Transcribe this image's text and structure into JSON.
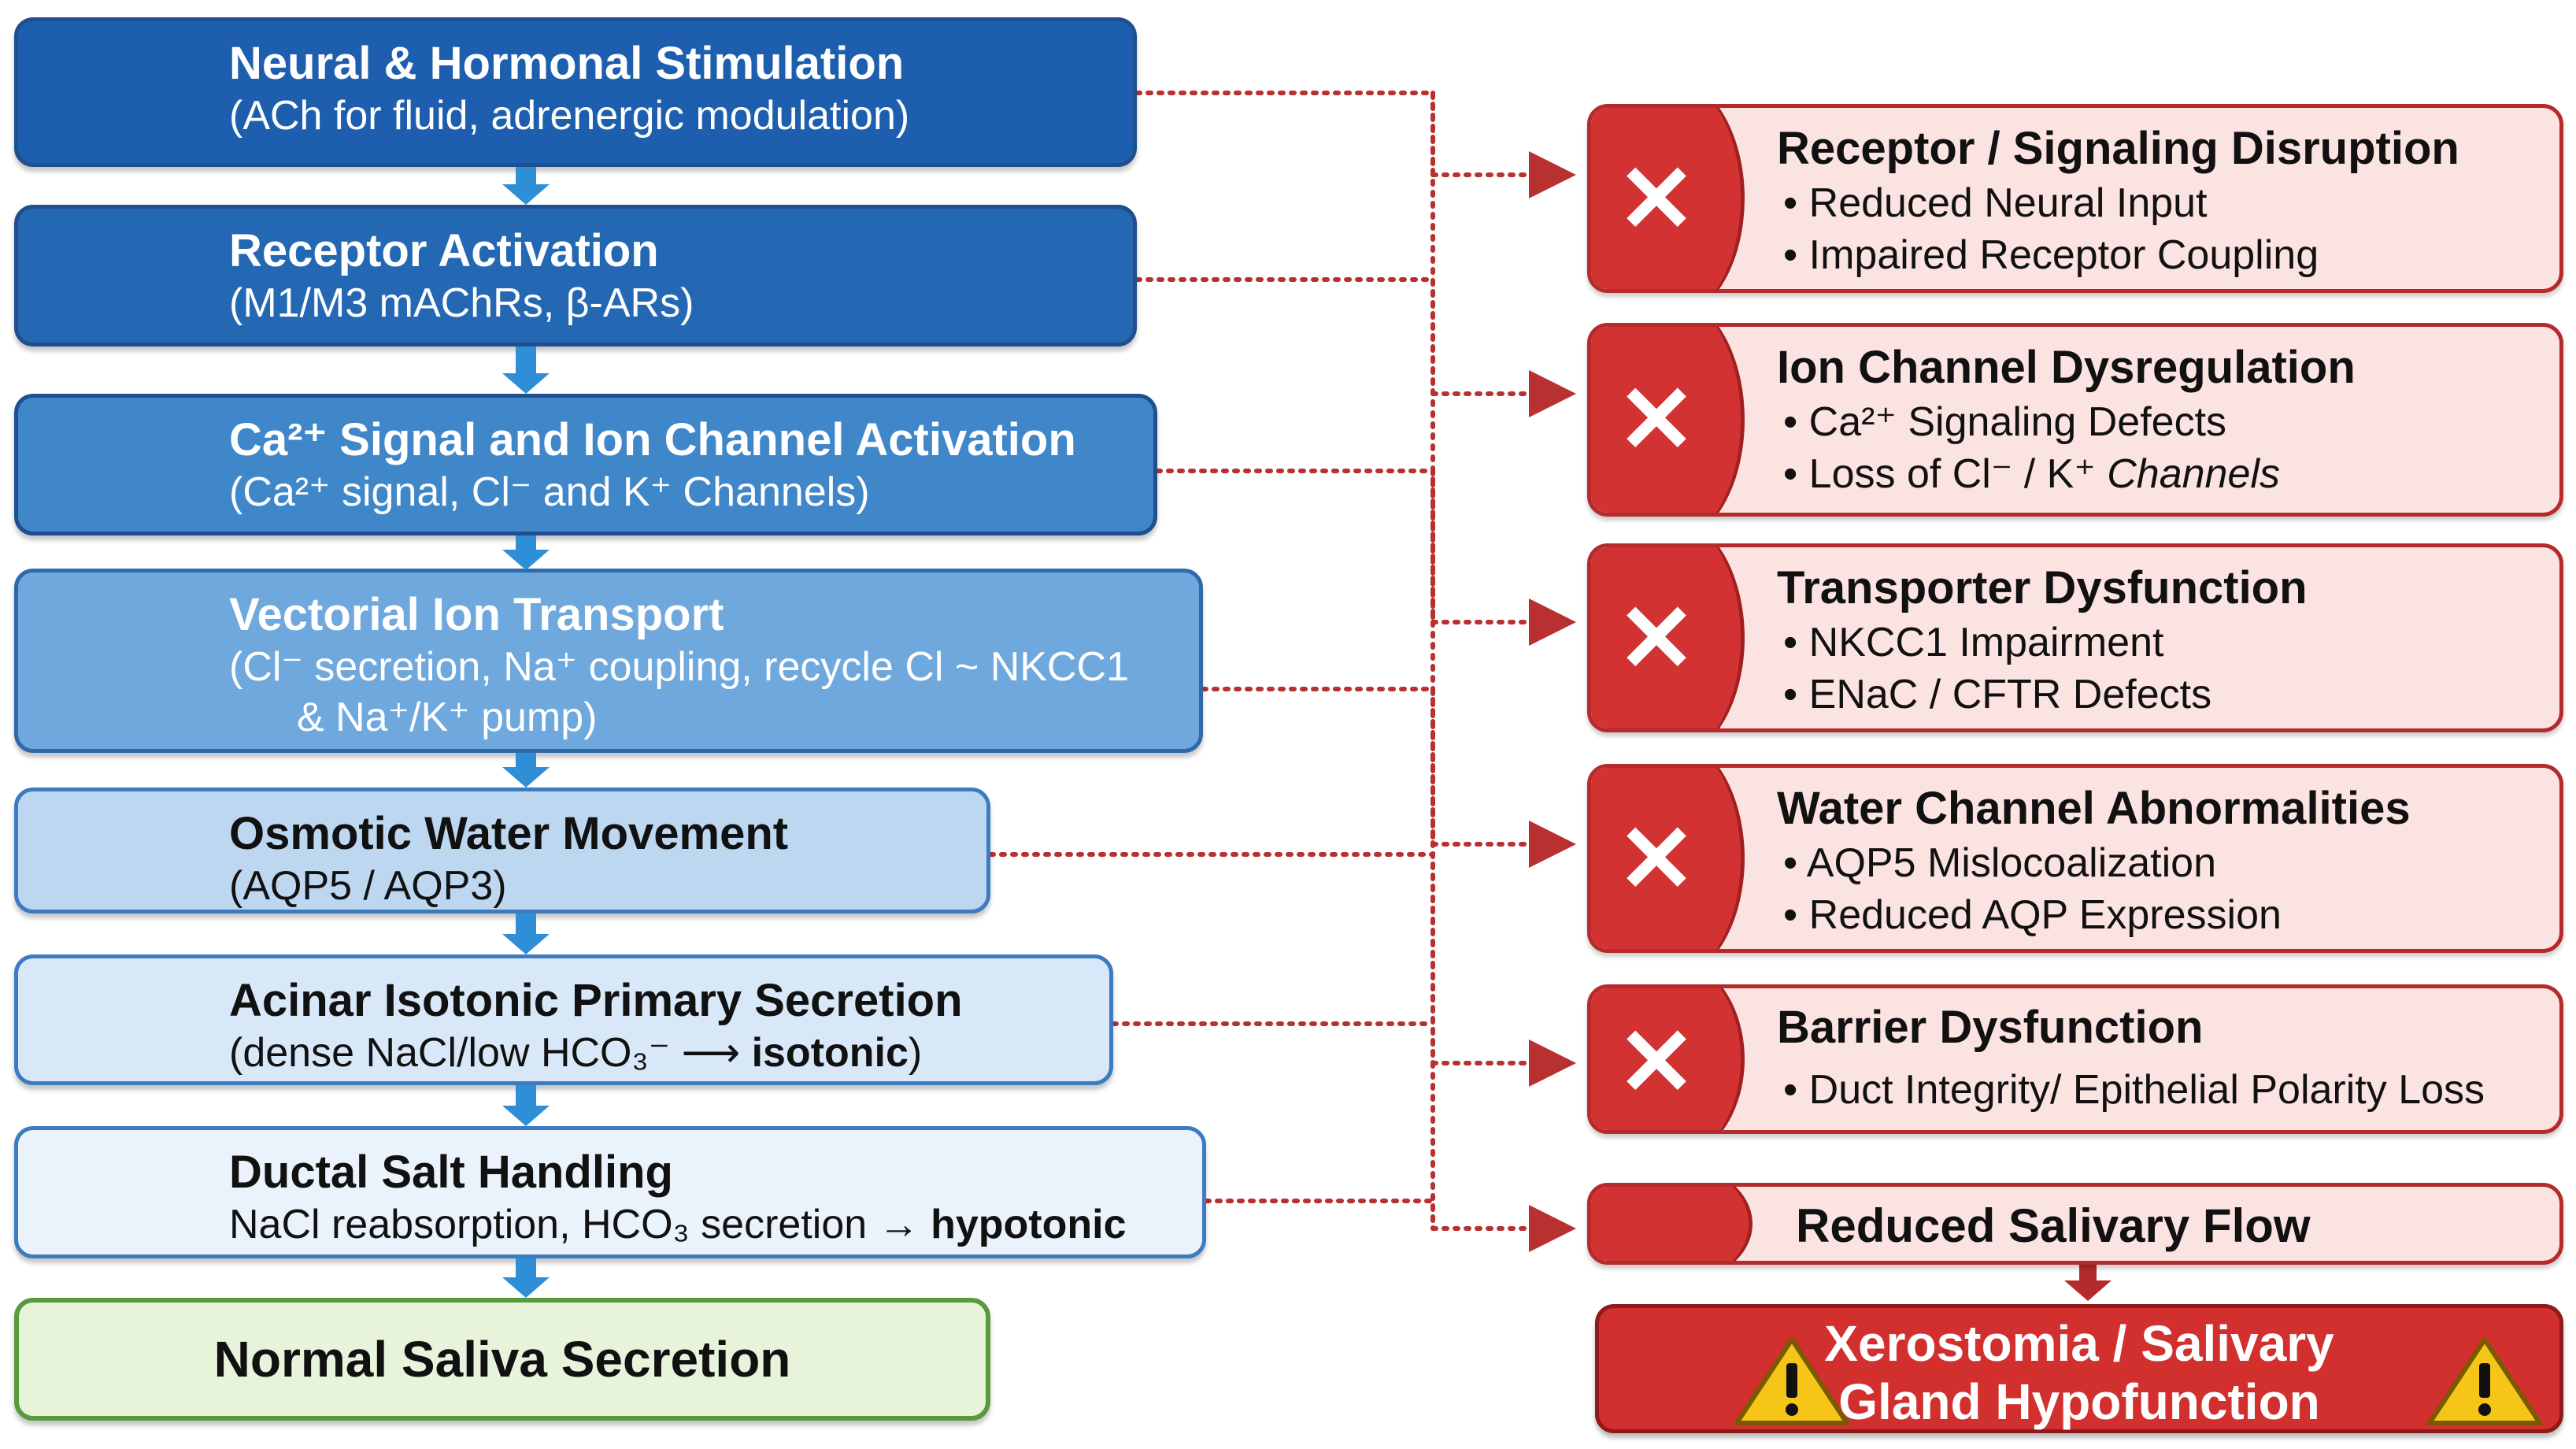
{
  "pathway": [
    {
      "title": "Neural & Hormonal Stimulation",
      "detail": "(ACh for fluid, adrenergic modulation)"
    },
    {
      "title": "Receptor Activation",
      "detail": "(M1/M3 mAChRs, β-ARs)"
    },
    {
      "title": "Ca²⁺ Signal and Ion Channel Activation",
      "detail": "(Ca²⁺ signal, Cl⁻ and K⁺ Channels)"
    },
    {
      "title": "Vectorial Ion Transport",
      "detail": "(Cl⁻ secretion, Na⁺ coupling, recycle Cl  ~ NKCC1",
      "detail2": "& Na⁺/K⁺ pump)"
    },
    {
      "title": "Osmotic Water Movement",
      "detail": "(AQP5 / AQP3)"
    },
    {
      "title": "Acinar Isotonic Primary Secretion",
      "detail_pre": "(dense NaCl/low HCO₃⁻ ⟶ ",
      "detail_bold": "isotonic",
      "detail_post": ")"
    },
    {
      "title": "Ductal Salt Handling",
      "detail_pre": "NaCl reabsorption, HCO₃ secretion → ",
      "detail_bold": "hypotonic"
    },
    {
      "title": "Normal Saliva Secretion"
    }
  ],
  "problems": [
    {
      "title": "Receptor / Signaling Disruption",
      "bullets": [
        "• Reduced Neural Input",
        "• Impaired Receptor Coupling"
      ]
    },
    {
      "title": "Ion Channel Dysregulation",
      "bullets": [
        "• Ca²⁺ Signaling Defects",
        "• Loss of Cl⁻ / K⁺ "
      ],
      "bullet2_italic": "Channels"
    },
    {
      "title": "Transporter Dysfunction",
      "bullets": [
        "• NKCC1 Impairment",
        "• ENaC / CFTR Defects"
      ]
    },
    {
      "title": "Water Channel Abnormalities",
      "bullets": [
        "• AQP5 Mislocoalization",
        "• Reduced AQP Expression"
      ]
    },
    {
      "title": "Barrier Dysfunction",
      "bullets": [
        "• Duct Integrity/ Epithelial Polarity Loss"
      ]
    }
  ],
  "outcome": {
    "flow": "Reduced Salivary Flow",
    "final_line1": "Xerostomia / Salivary",
    "final_line2": "Gland Hypofunction"
  },
  "icons": {
    "problem_marker": "close-icon",
    "warning": "warning-icon"
  },
  "colors": {
    "dark_blue": "#1d5fae",
    "arrow_blue": "#2f8fd6",
    "alert_red": "#d23232",
    "link_red": "#b83030",
    "normal_green": "#5a9a3e"
  }
}
